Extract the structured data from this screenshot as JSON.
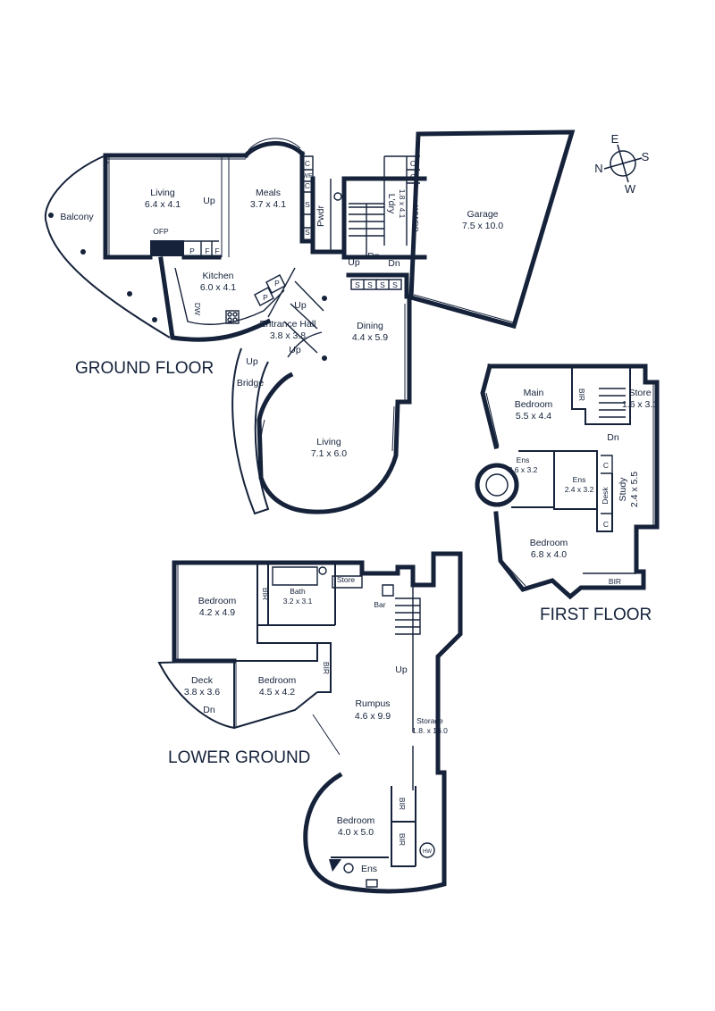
{
  "floors": {
    "ground": "GROUND FLOOR",
    "first": "FIRST FLOOR",
    "lower": "LOWER GROUND"
  },
  "rooms": {
    "g_living1": {
      "name": "Living",
      "dims": "6.4 x 4.1"
    },
    "g_meals": {
      "name": "Meals",
      "dims": "3.7 x 4.1"
    },
    "g_balcony": {
      "name": "Balcony"
    },
    "g_kitchen": {
      "name": "Kitchen",
      "dims": "6.0 x 4.1"
    },
    "g_entrance": {
      "name": "Entrance Hall",
      "dims": "3.8 x 3.8"
    },
    "g_dining": {
      "name": "Dining",
      "dims": "4.4 x 5.9"
    },
    "g_living2": {
      "name": "Living",
      "dims": "7.1 x 6.0"
    },
    "g_bridge": {
      "name": "Bridge"
    },
    "g_garage": {
      "name": "Garage",
      "dims": "7.5 x 10.0"
    },
    "g_pwdr": {
      "name": "Pwdr"
    },
    "g_ldry": {
      "name": "L'dry",
      "dims": "1.8 x 4.1"
    },
    "f_main": {
      "name": "Main",
      "name2": "Bedroom",
      "dims": "5.5 x 4.4"
    },
    "f_store": {
      "name": "Store",
      "dims": "1.6 x 3.1"
    },
    "f_ens1": {
      "name": "Ens",
      "dims": "3.6 x 3.2"
    },
    "f_ens2": {
      "name": "Ens",
      "dims": "2.4 x 3.2"
    },
    "f_study": {
      "name": "Study",
      "dims": "2.4 x 5.5"
    },
    "f_desk": {
      "name": "Desk"
    },
    "f_bedroom": {
      "name": "Bedroom",
      "dims": "6.8 x 4.0"
    },
    "l_bed1": {
      "name": "Bedroom",
      "dims": "4.2 x 4.9"
    },
    "l_bath": {
      "name": "Bath",
      "dims": "3.2 x 3.1"
    },
    "l_store": {
      "name": "Store"
    },
    "l_bar": {
      "name": "Bar"
    },
    "l_deck": {
      "name": "Deck",
      "dims": "3.8 x 3.6"
    },
    "l_bed2": {
      "name": "Bedroom",
      "dims": "4.5 x 4.2"
    },
    "l_rumpus": {
      "name": "Rumpus",
      "dims": "4.6 x 9.9"
    },
    "l_storage": {
      "name": "Storage",
      "dims": "1.8. x 16.0"
    },
    "l_bed3": {
      "name": "Bedroom",
      "dims": "4.0 x 5.0"
    },
    "l_ens": {
      "name": "Ens"
    }
  },
  "fixtures": {
    "up": "Up",
    "dn": "Dn",
    "bir": "BIR",
    "ofp": "OFP",
    "wf": "WF",
    "c": "C",
    "s": "S",
    "p": "P",
    "f": "F",
    "dw": "DW",
    "wmdr": "WM/DR",
    "hw": "HW"
  },
  "compass": {
    "n": "N",
    "e": "E",
    "s": "S",
    "w": "W"
  },
  "colors": {
    "ink": "#15223a",
    "paper": "#ffffff"
  }
}
